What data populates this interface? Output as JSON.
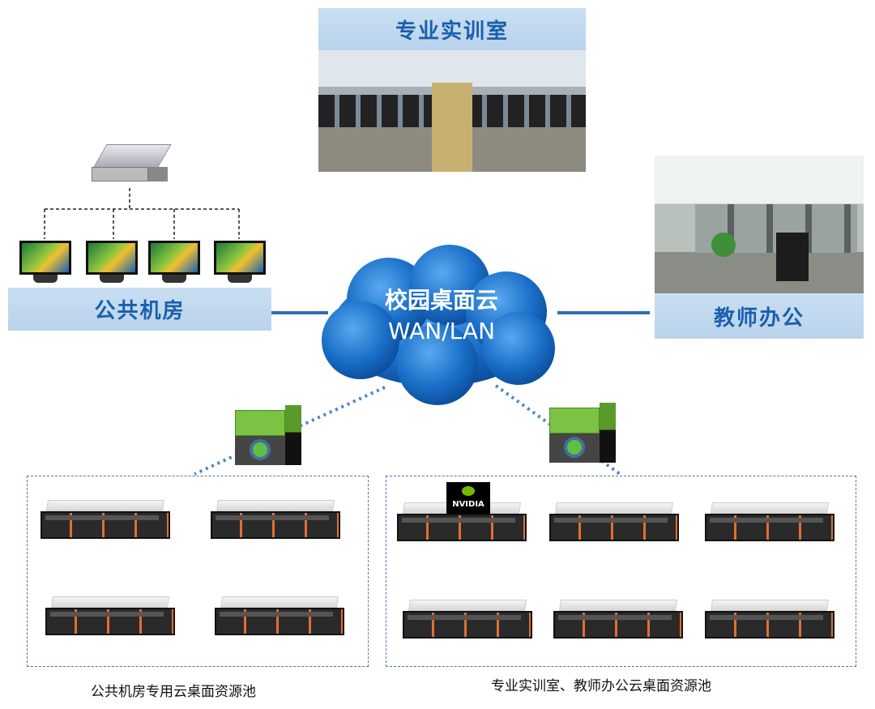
{
  "labels": {
    "training_room": "专业实训室",
    "teacher_office": "教师办公",
    "public_lab": "公共机房",
    "cloud_line1": "校园桌面云",
    "cloud_line2": "WAN/LAN"
  },
  "captions": {
    "left_pool": "公共机房专用云桌面资源池",
    "right_pool": "专业实训室、教师办公云桌面资源池"
  },
  "logo": "NVIDIA",
  "colors": {
    "label_text": "#1b5fae",
    "label_bg": "#c9def1",
    "cloud": "#1a6fc8",
    "link": "#4a88c8"
  }
}
